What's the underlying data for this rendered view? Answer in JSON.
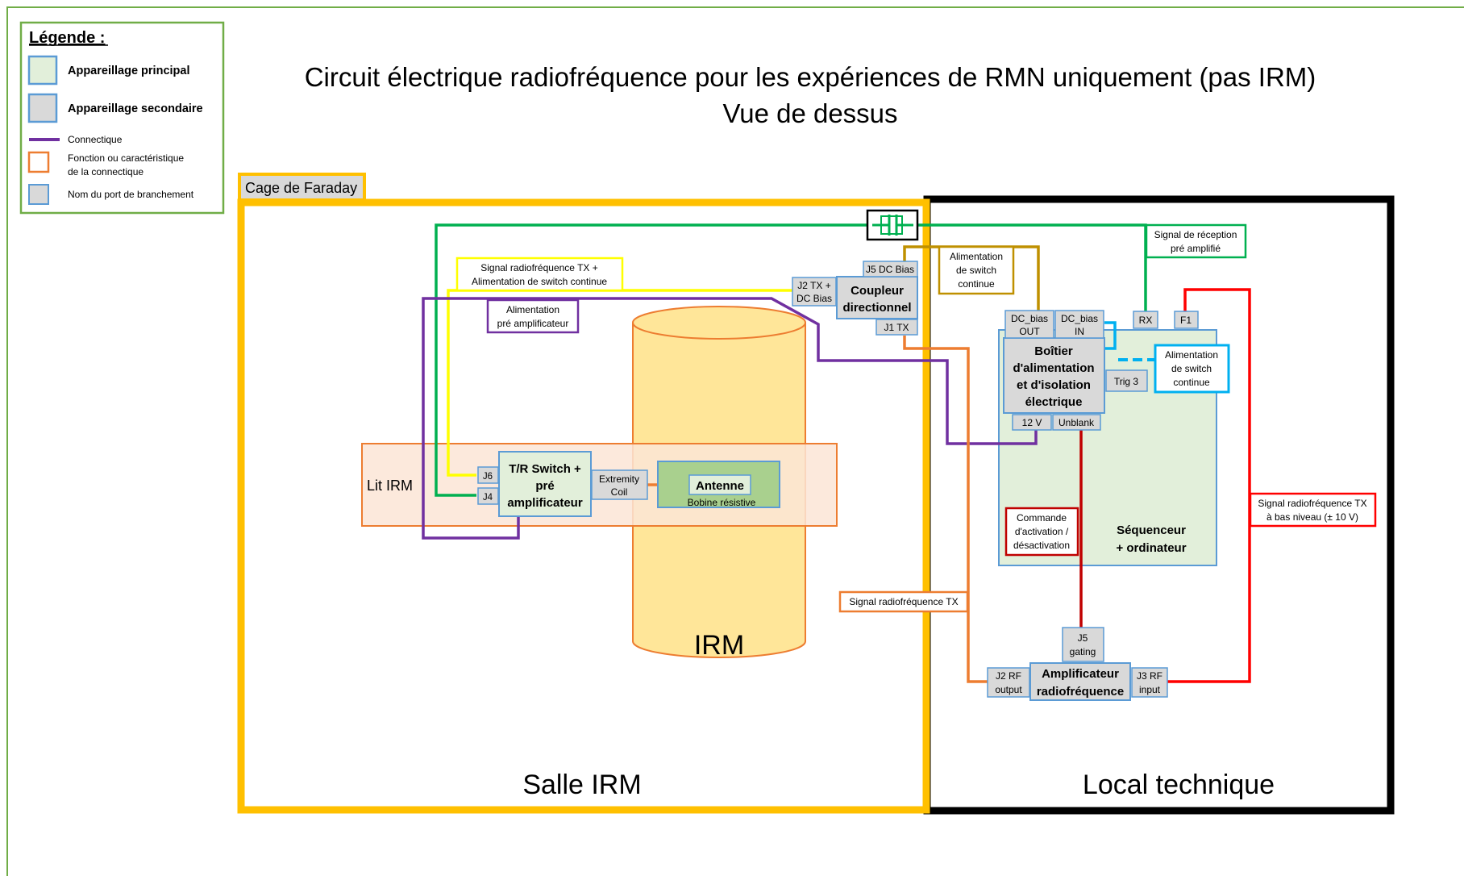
{
  "title": {
    "line1": "Circuit électrique radiofréquence pour les expériences de RMN uniquement (pas IRM)",
    "line2": "Vue de dessus"
  },
  "legend": {
    "title": "Légende :",
    "main_equipment": "Appareillage principal",
    "secondary_equipment": "Appareillage secondaire",
    "connector": "Connectique",
    "function_line1": "Fonction ou caractéristique",
    "function_line2": "de la connectique",
    "port_name": "Nom du port de branchement"
  },
  "zones": {
    "faraday_cage": "Cage de Faraday",
    "mri_room": "Salle IRM",
    "technical_room": "Local technique"
  },
  "equipment": {
    "irm": "IRM",
    "lit_irm": "Lit IRM",
    "tr_switch": [
      "T/R Switch +",
      "pré",
      "amplificateur"
    ],
    "antenne": "Antenne",
    "antenne_sub": "Bobine résistive",
    "coupleur": [
      "Coupleur",
      "directionnel"
    ],
    "boitier": [
      "Boîtier",
      "d'alimentation",
      "et d'isolation",
      "électrique"
    ],
    "sequenceur": [
      "Séquenceur",
      "+ ordinateur"
    ],
    "amplificateur": [
      "Amplificateur",
      "radiofréquence"
    ]
  },
  "ports": {
    "j6": "J6",
    "j4": "J4",
    "extremity": [
      "Extremity",
      "Coil"
    ],
    "j5_dc_bias": "J5 DC Bias",
    "j2_tx": [
      "J2 TX +",
      "DC Bias"
    ],
    "j1_tx": "J1 TX",
    "dc_bias_out": [
      "DC_bias",
      "OUT"
    ],
    "dc_bias_in": [
      "DC_bias",
      "IN"
    ],
    "rx": "RX",
    "f1": "F1",
    "trig3": "Trig 3",
    "v12": "12 V",
    "unblank": "Unblank",
    "j5_gating": [
      "J5",
      "gating"
    ],
    "j2_rf": [
      "J2 RF",
      "output"
    ],
    "j3_rf": [
      "J3 RF",
      "input"
    ]
  },
  "functions": {
    "signal_tx_alim": [
      "Signal radiofréquence TX +",
      "Alimentation de switch continue"
    ],
    "alim_preamp": [
      "Alimentation",
      "pré amplificateur"
    ],
    "alim_switch_1": [
      "Alimentation",
      "de switch",
      "continue"
    ],
    "signal_reception": [
      "Signal de réception",
      "pré amplifié"
    ],
    "alim_switch_2": [
      "Alimentation",
      "de switch",
      "continue"
    ],
    "commande": [
      "Commande",
      "d'activation /",
      "désactivation"
    ],
    "signal_tx": "Signal radiofréquence TX",
    "signal_tx_bas": [
      "Signal radiofréquence TX",
      "à bas niveau (± 10 V)"
    ]
  },
  "colors": {
    "legend_border": "#70ad47",
    "main_fill": "#e2efda",
    "main_border": "#5b9bd5",
    "secondary_fill": "#d9d9d9",
    "connector": "#7030a0",
    "function_border": "#ed7d31",
    "faraday": "#ffc000",
    "technical_border": "#000000",
    "bed_fill": "#fbe5d6",
    "irm_fill": "#ffe699",
    "antenna_fill": "#a9d08e",
    "green_wire": "#00b050",
    "yellow_wire": "#ffff00",
    "purple_wire": "#7030a0",
    "dark_yellow_wire": "#bf9000",
    "orange_wire": "#ed7d31",
    "cyan_wire": "#00b0f0",
    "red_wire": "#ff0000",
    "dark_red_wire": "#c00000"
  },
  "icons": {
    "capacitor": "capacitor-icon"
  }
}
